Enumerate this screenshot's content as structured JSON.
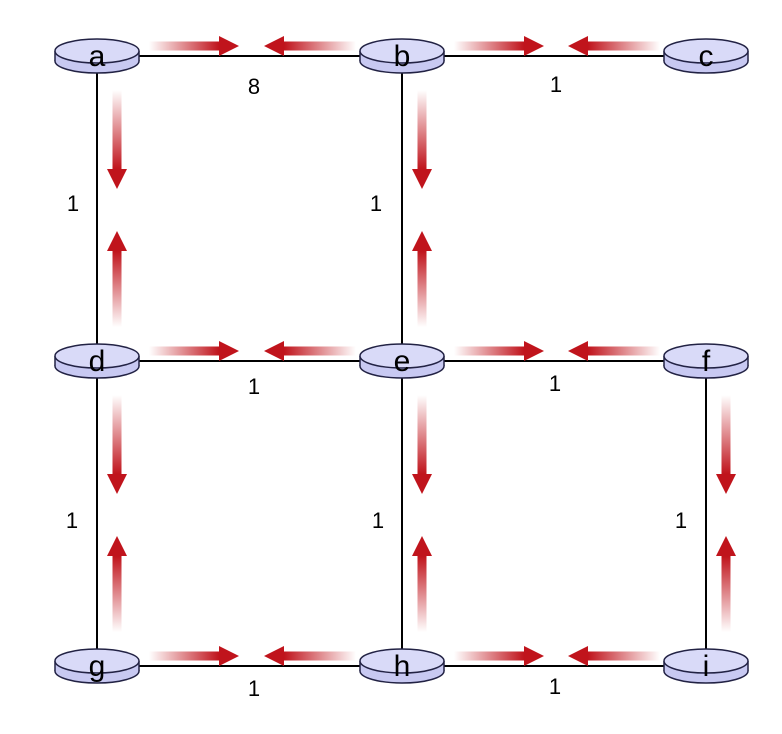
{
  "colors": {
    "router_fill": "#c8c9f2",
    "router_top": "#d9daf8",
    "router_stroke": "#222244",
    "link": "#000000",
    "arrow": "#c0141c"
  },
  "routers": [
    {
      "id": "a",
      "label": "a"
    },
    {
      "id": "b",
      "label": "b"
    },
    {
      "id": "c",
      "label": "c"
    },
    {
      "id": "d",
      "label": "d"
    },
    {
      "id": "e",
      "label": "e"
    },
    {
      "id": "f",
      "label": "f"
    },
    {
      "id": "g",
      "label": "g"
    },
    {
      "id": "h",
      "label": "h"
    },
    {
      "id": "i",
      "label": "i"
    }
  ],
  "links": [
    {
      "from": "a",
      "to": "b",
      "cost": "8"
    },
    {
      "from": "b",
      "to": "c",
      "cost": "1"
    },
    {
      "from": "a",
      "to": "d",
      "cost": "1"
    },
    {
      "from": "b",
      "to": "e",
      "cost": "1"
    },
    {
      "from": "d",
      "to": "e",
      "cost": "1"
    },
    {
      "from": "e",
      "to": "f",
      "cost": "1"
    },
    {
      "from": "d",
      "to": "g",
      "cost": "1"
    },
    {
      "from": "e",
      "to": "h",
      "cost": "1"
    },
    {
      "from": "f",
      "to": "i",
      "cost": "1"
    },
    {
      "from": "g",
      "to": "h",
      "cost": "1"
    },
    {
      "from": "h",
      "to": "i",
      "cost": "1"
    }
  ]
}
